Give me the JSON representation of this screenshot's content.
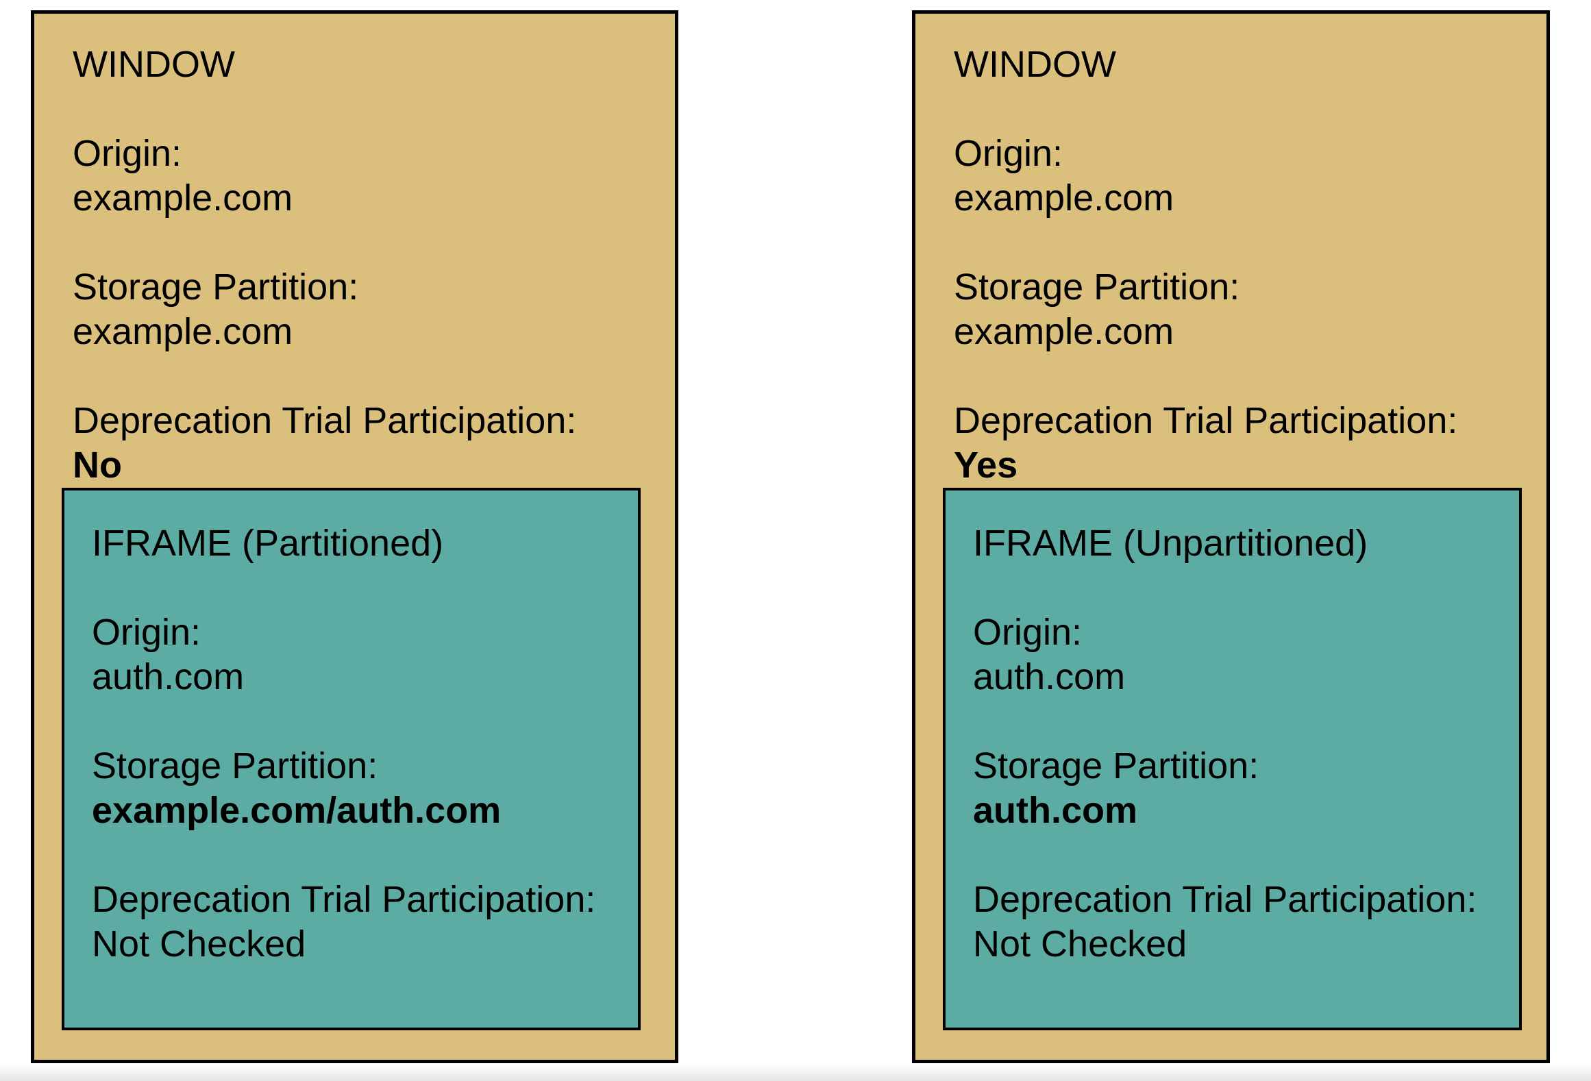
{
  "diagram": {
    "colors": {
      "window_bg": "#DBBF7D",
      "iframe_bg": "#5CACA3",
      "border": "#000000",
      "text": "#000000"
    },
    "windows": [
      {
        "title": "WINDOW",
        "origin_label": "Origin:",
        "origin_value": "example.com",
        "storage_label": "Storage Partition:",
        "storage_value": "example.com",
        "trial_label": "Deprecation Trial Participation:",
        "trial_value": "No",
        "iframe": {
          "title": "IFRAME (Partitioned)",
          "origin_label": "Origin:",
          "origin_value": "auth.com",
          "storage_label": "Storage Partition:",
          "storage_value": "example.com/auth.com",
          "trial_label": "Deprecation Trial Participation:",
          "trial_value": "Not Checked"
        }
      },
      {
        "title": "WINDOW",
        "origin_label": "Origin:",
        "origin_value": "example.com",
        "storage_label": "Storage Partition:",
        "storage_value": "example.com",
        "trial_label": "Deprecation Trial Participation:",
        "trial_value": "Yes",
        "iframe": {
          "title": "IFRAME (Unpartitioned)",
          "origin_label": "Origin:",
          "origin_value": "auth.com",
          "storage_label": "Storage Partition:",
          "storage_value": "auth.com",
          "trial_label": "Deprecation Trial Participation:",
          "trial_value": "Not Checked"
        }
      }
    ]
  }
}
